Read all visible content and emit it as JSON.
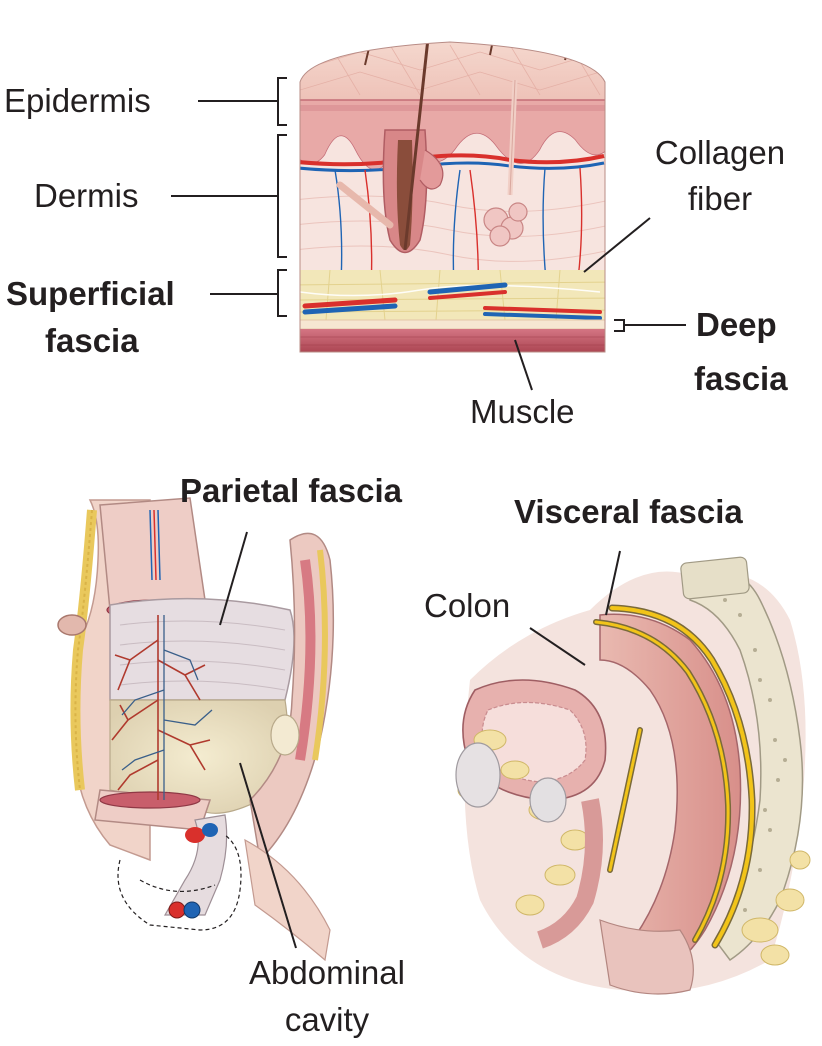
{
  "labels": {
    "epidermis": "Epidermis",
    "dermis": "Dermis",
    "superficial_fascia_1": "Superficial",
    "superficial_fascia_2": "fascia",
    "collagen_fiber_1": "Collagen",
    "collagen_fiber_2": "fiber",
    "deep_fascia_1": "Deep",
    "deep_fascia_2": "fascia",
    "muscle": "Muscle",
    "parietal_fascia": "Parietal fascia",
    "visceral_fascia": "Visceral fascia",
    "colon": "Colon",
    "abdominal_cavity_1": "Abdominal",
    "abdominal_cavity_2": "cavity"
  },
  "colors": {
    "text": "#231f20",
    "leader": "#231f20",
    "skin": "#f1d4cc",
    "epidermis": "#e39d9a",
    "dermis": "#f4dcd6",
    "fat": "#f1e5b4",
    "muscle": "#c0566a",
    "artery": "#d9302c",
    "vein": "#1f64b4",
    "bone": "#e9e3cf",
    "fascia_line": "#f2c419"
  }
}
